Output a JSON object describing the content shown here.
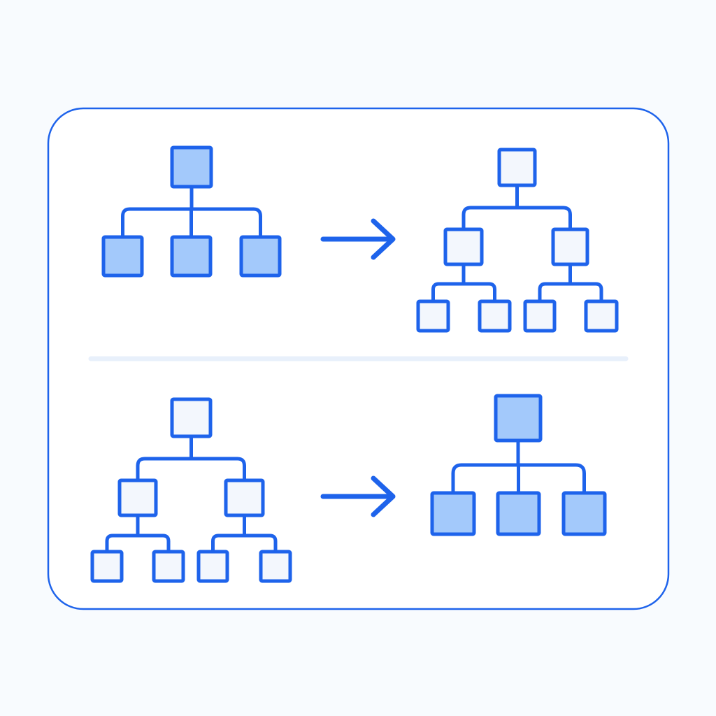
{
  "colors": {
    "background": "#f8fbfe",
    "panel_fill": "#ffffff",
    "accent": "#1e63eb",
    "node_filled": "#a3c9fb",
    "node_light": "#f3f7fd",
    "divider": "#e8f0fb"
  },
  "diagram": {
    "transformations": [
      {
        "name": "flat-to-nested",
        "from": {
          "structure": "flat",
          "root_style": "filled",
          "children_count": 3,
          "child_style": "filled",
          "grandchildren_per_child": 0
        },
        "to": {
          "structure": "nested",
          "root_style": "light",
          "children_count": 2,
          "child_style": "light",
          "grandchildren_per_child": 2
        }
      },
      {
        "name": "nested-to-flat",
        "from": {
          "structure": "nested",
          "root_style": "light",
          "children_count": 2,
          "child_style": "light",
          "grandchildren_per_child": 2
        },
        "to": {
          "structure": "flat",
          "root_style": "filled",
          "children_count": 3,
          "child_style": "filled",
          "grandchildren_per_child": 0
        }
      }
    ]
  }
}
